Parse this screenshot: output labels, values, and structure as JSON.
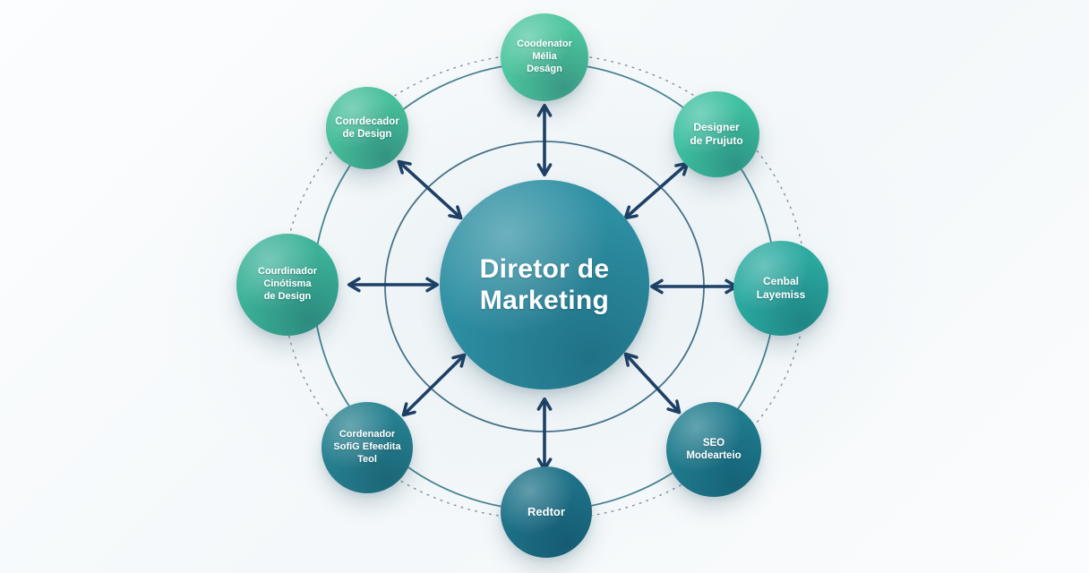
{
  "diagram": {
    "type": "hub-and-spoke-org-chart",
    "center": {
      "label": "Diretor de\nMarketing",
      "color": "#2d8fa2"
    },
    "nodes": [
      {
        "id": "top",
        "label": "Coodenator\nMélia\nDeságn",
        "color": "#4ec69f"
      },
      {
        "id": "top-right",
        "label": "Designer\nde Prujuto",
        "color": "#3ec0a0"
      },
      {
        "id": "right",
        "label": "Cenbal Layemiss",
        "color": "#2baaa0"
      },
      {
        "id": "bottom-right",
        "label": "SEO\nModearteio",
        "color": "#1f7b8d"
      },
      {
        "id": "bottom",
        "label": "Redtor",
        "color": "#1d7187"
      },
      {
        "id": "bottom-left",
        "label": "Cordenador\nSofiG Efeedita\nTeol",
        "color": "#26808f"
      },
      {
        "id": "left",
        "label": "Courdinador\nCinótisma\nde Design",
        "color": "#3cb298"
      },
      {
        "id": "top-left",
        "label": "Conrdecador\nde Design",
        "color": "#47bf9b"
      }
    ],
    "colors": {
      "arrow": "#1e4066",
      "orbit_outer": "#2a6e80",
      "orbit_inner": "#2a5a74",
      "orbit_dotted": "#5c6b78"
    }
  }
}
